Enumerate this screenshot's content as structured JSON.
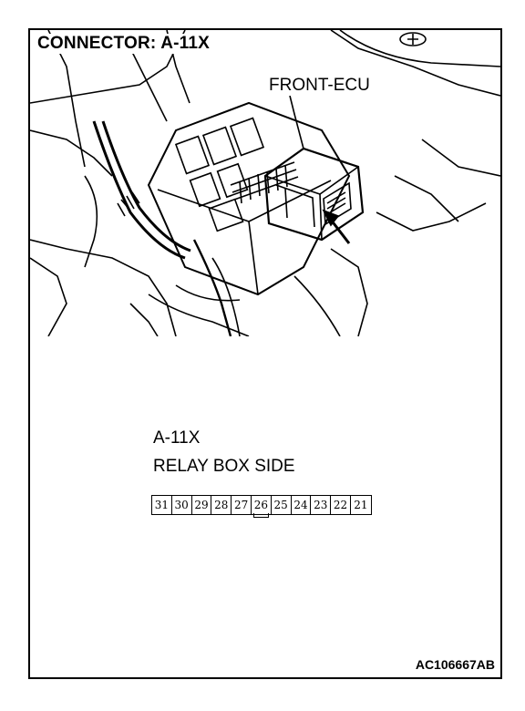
{
  "header": {
    "title": "CONNECTOR: A-11X"
  },
  "photo": {
    "callout_label": "FRONT-ECU"
  },
  "connector": {
    "name": "A-11X",
    "side": "RELAY BOX SIDE",
    "pins": [
      "31",
      "30",
      "29",
      "28",
      "27",
      "26",
      "25",
      "24",
      "23",
      "22",
      "21"
    ]
  },
  "footer": {
    "code": "AC106667AB"
  }
}
